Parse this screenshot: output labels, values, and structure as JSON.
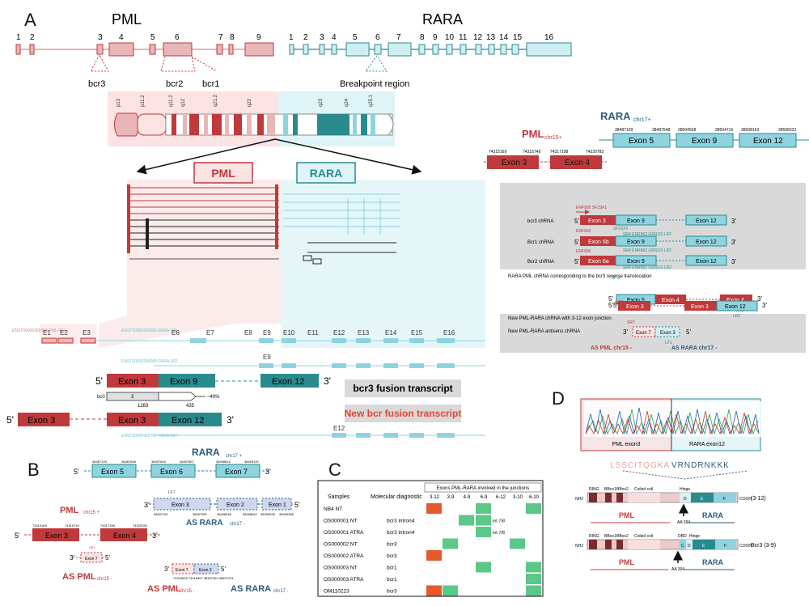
{
  "panels": {
    "a": "A",
    "b": "B",
    "c": "C",
    "d": "D"
  },
  "colors": {
    "pml": "#c0393b",
    "pml_light": "#e9b6b7",
    "rara": "#8fd3e0",
    "rara_dark": "#2a8b8f",
    "rara_text": "#2d5b7d",
    "green": "#5cc887",
    "orange": "#e55a2b"
  },
  "top_structure": {
    "pml_title": "PML",
    "rara_title": "RARA",
    "pml_exon_numbers": [
      "1",
      "2",
      "3",
      "4",
      "5",
      "6",
      "7",
      "8",
      "9"
    ],
    "rara_exon_numbers": [
      "1",
      "2",
      "3",
      "4",
      "5",
      "6",
      "7",
      "8",
      "9",
      "10",
      "11",
      "12",
      "13",
      "14",
      "15",
      "16"
    ],
    "bcr3": "bcr3",
    "bcr2": "bcr2",
    "bcr1": "bcr1",
    "breakpoint": "Breakpoint region"
  },
  "chromosome": {
    "band_labels": [
      "p13",
      "p11.2",
      "q11.2",
      "q12",
      "q21.2",
      "q22",
      "q23",
      "q24",
      "q25.1"
    ],
    "pml_label": "PML",
    "rara_label": "RARA"
  },
  "track": {
    "pml_id": "ENST00000268058 PML-001",
    "exons": [
      "E1",
      "E2",
      "E3",
      "E6",
      "E7",
      "E8",
      "E9",
      "E10",
      "E11",
      "E12",
      "E13",
      "E14",
      "E15",
      "E16"
    ],
    "rara_id1": "ENST00000254066 RARA-001",
    "rara_id2": "ENST00000394089 RARA-002",
    "rara_id3": "ENST00000425707 RARA-007",
    "e9_label": "E9",
    "e12_label": "E12",
    "fusion1": {
      "five": "5'",
      "three": "3'",
      "exon3": "Exon 3",
      "exon9": "Exon 9",
      "exon12": "Exon 12"
    },
    "bcr3_label": "bcr3 fusion transcript",
    "orf": {
      "bc0": "bc0",
      "box": "3",
      "n1": "1283",
      "n2": "435",
      "pct": "~40%"
    },
    "fusion2": {
      "five": "5'",
      "three": "3'",
      "exon3a": "Exon 3",
      "exon3b": "Exon 3",
      "exon12": "Exon 12"
    },
    "new_label": "New bcr fusion transcript"
  },
  "right": {
    "rara_name": "RARA",
    "rara_chr": "chr17+",
    "pml_name": "PML",
    "pml_chr": "chr15+",
    "rara_coords": [
      "38487109",
      "38487648",
      "38504568",
      "38504716",
      "38508162",
      "38508322"
    ],
    "pml_coords": [
      "74315169",
      "74315749",
      "74317198",
      "74320783"
    ],
    "rara_exons": [
      "Exon 5",
      "Exon 9",
      "Exon 12"
    ],
    "pml_exons": [
      "Exon 3",
      "Exon 4"
    ],
    "box1": [
      {
        "name": "bcr3 chRNA",
        "e1": "Exon 3",
        "e2": "Exon 9",
        "e3": "Exon 12",
        "primers": "ENF905 SF2SF1",
        "prim2": "SF2SF1",
        "rev": "SR4   ENR962   LR9(10)   LR2"
      },
      {
        "name": "Bcr1 chRNA",
        "e1": "Exon 6b",
        "e2": "Exon 9",
        "e3": "Exon 12",
        "primers": "ENF903",
        "prim2": "",
        "rev": "SR4   ENR962   LR9(10)   LR2"
      },
      {
        "name": "Bcr2 chRNA",
        "e1": "Exon 6a",
        "e2": "Exon 9",
        "e3": "Exon 12",
        "primers": "ENF906",
        "prim2": "",
        "rev": "SR4   ENR962   LR9(10)   LR2"
      }
    ],
    "five": "5'",
    "three": "3'",
    "recip_title": "RARA PML chRNA corresponding to the bcr3 reverse translocation",
    "recip_e1": "Exon 5",
    "recip_e2": "Exon 4",
    "recip_e3": "Exon 4",
    "sf3": "SF3",
    "sf2": "SF2",
    "lr1": "LR1",
    "lr2": "LR2",
    "lf1": "LF1",
    "sr7": "SR7",
    "new_title": "New PML-RARA chRNA with 3-12 exon junction",
    "new_e1": "Exon 3",
    "new_e2": "Exon 3",
    "new_e3": "Exon 12",
    "anti_title": "New PML-RARA antisens chRNA",
    "anti_e1": "Exon 7",
    "anti_e2": "Exon 3",
    "as_pml": "AS PML chr15 -",
    "as_rara": "AS RARA chr17 -"
  },
  "panel_b": {
    "rara_name": "RARA",
    "rara_chr": "chr17 +",
    "rara_exons": [
      "Exon 5",
      "Exon 6",
      "Exon 7"
    ],
    "rara_coords": [
      "38487109",
      "38487648",
      "38497640",
      "38497867",
      "38498615",
      "38499119"
    ],
    "as_exons": [
      "Exon 3",
      "Exon 2",
      "Exon 1"
    ],
    "as_coords": [
      "38497119",
      "38497952",
      "38498248",
      "38498942",
      "38499528",
      "38499388"
    ],
    "lf7": "LF7",
    "as_rara": "AS RARA",
    "as_rara_chr": "chr17 -",
    "pml_name": "PML",
    "pml_chr": "chr15 +",
    "pml_exons": [
      "Exon 3",
      "Exon 4"
    ],
    "pml_coords": [
      "74315169",
      "74315749",
      "74317198",
      "74320783"
    ],
    "sr7": "SR7",
    "as_exon": "Exon 7",
    "as_pml": "AS PML",
    "as_pml_chr": "chr15 -",
    "fusion_e1": "Exon 7",
    "fusion_e2": "Exon 3",
    "fusion_coords": "74315626 74315907 38497403 38497474",
    "five": "5'",
    "three": "3'"
  },
  "panel_c": {
    "group_header": "Exons PML-RARA involved in the  junctions",
    "col_samples": "Samples",
    "col_diag": "Molecular diagnostic",
    "junctions": [
      "3-12",
      "3-9",
      "4-9",
      "6-9",
      "6-12",
      "3-10",
      "6-10"
    ],
    "rows": [
      {
        "sample": "NB4 NT",
        "diag": "",
        "cells": [
          "orange",
          "",
          "",
          "green",
          "",
          "",
          "green"
        ],
        "notes": [
          "",
          "",
          "",
          "",
          "",
          "",
          ""
        ]
      },
      {
        "sample": "OS000001 NT",
        "diag": "bcr3 intron4",
        "cells": [
          "",
          "",
          "green",
          "green",
          "",
          "",
          ""
        ],
        "notes": [
          "",
          "",
          "",
          "int 7/8",
          "",
          "",
          ""
        ]
      },
      {
        "sample": "OS000001 ATRA",
        "diag": "bcr3 intron4",
        "cells": [
          "",
          "",
          "",
          "green",
          "",
          "",
          ""
        ],
        "notes": [
          "",
          "",
          "",
          "int 7/8",
          "",
          "",
          ""
        ]
      },
      {
        "sample": "OS000002 NT",
        "diag": "bcr3",
        "cells": [
          "",
          "green",
          "",
          "",
          "",
          "green",
          ""
        ],
        "notes": [
          "",
          "",
          "",
          "",
          "",
          "",
          ""
        ]
      },
      {
        "sample": "OS000002 ATRA",
        "diag": "bcr3",
        "cells": [
          "orange",
          "",
          "",
          "",
          "",
          "",
          ""
        ],
        "notes": [
          "",
          "",
          "",
          "",
          "",
          "",
          ""
        ]
      },
      {
        "sample": "OS000003 NT",
        "diag": "bcr1",
        "cells": [
          "",
          "",
          "",
          "green",
          "",
          "",
          "green"
        ],
        "notes": [
          "",
          "",
          "",
          "",
          "",
          "",
          ""
        ]
      },
      {
        "sample": "OS000003 ATRA",
        "diag": "bcr1",
        "cells": [
          "",
          "",
          "",
          "",
          "",
          "",
          "green"
        ],
        "notes": [
          "",
          "",
          "",
          "",
          "",
          "",
          ""
        ]
      },
      {
        "sample": "OM110223",
        "diag": "bcr3",
        "cells": [
          "orange",
          "green",
          "",
          "",
          "",
          "",
          "green"
        ],
        "notes": [
          "",
          "",
          "",
          "",
          "",
          "",
          ""
        ]
      }
    ]
  },
  "panel_d": {
    "left_label": "PML exon3",
    "right_label": "RARA exon12",
    "seq_pml": "LSSCITQGKA",
    "seq_rara": "VRNDRNKKK",
    "p1": {
      "nh2": "NH2",
      "cooh": "COOH",
      "labels": [
        "RING",
        "BBox1",
        "BBox2",
        "Coiled coil",
        "Hinge"
      ],
      "d": "D",
      "e": "E",
      "f": "F",
      "tag": "(3-12)",
      "aa": "AA 394",
      "pml": "PML",
      "rara": "RARA"
    },
    "p2": {
      "nh2": "NH2",
      "cooh": "COOH",
      "labels": [
        "RING",
        "BBox1",
        "BBox2",
        "Coiled coil",
        "DBD",
        "Hinge"
      ],
      "c": "C",
      "d": "D",
      "e": "E",
      "f": "F",
      "tag": "Bcr3 (3-9)",
      "aa": "AA 394",
      "pml": "PML",
      "rara": "RARA"
    }
  }
}
